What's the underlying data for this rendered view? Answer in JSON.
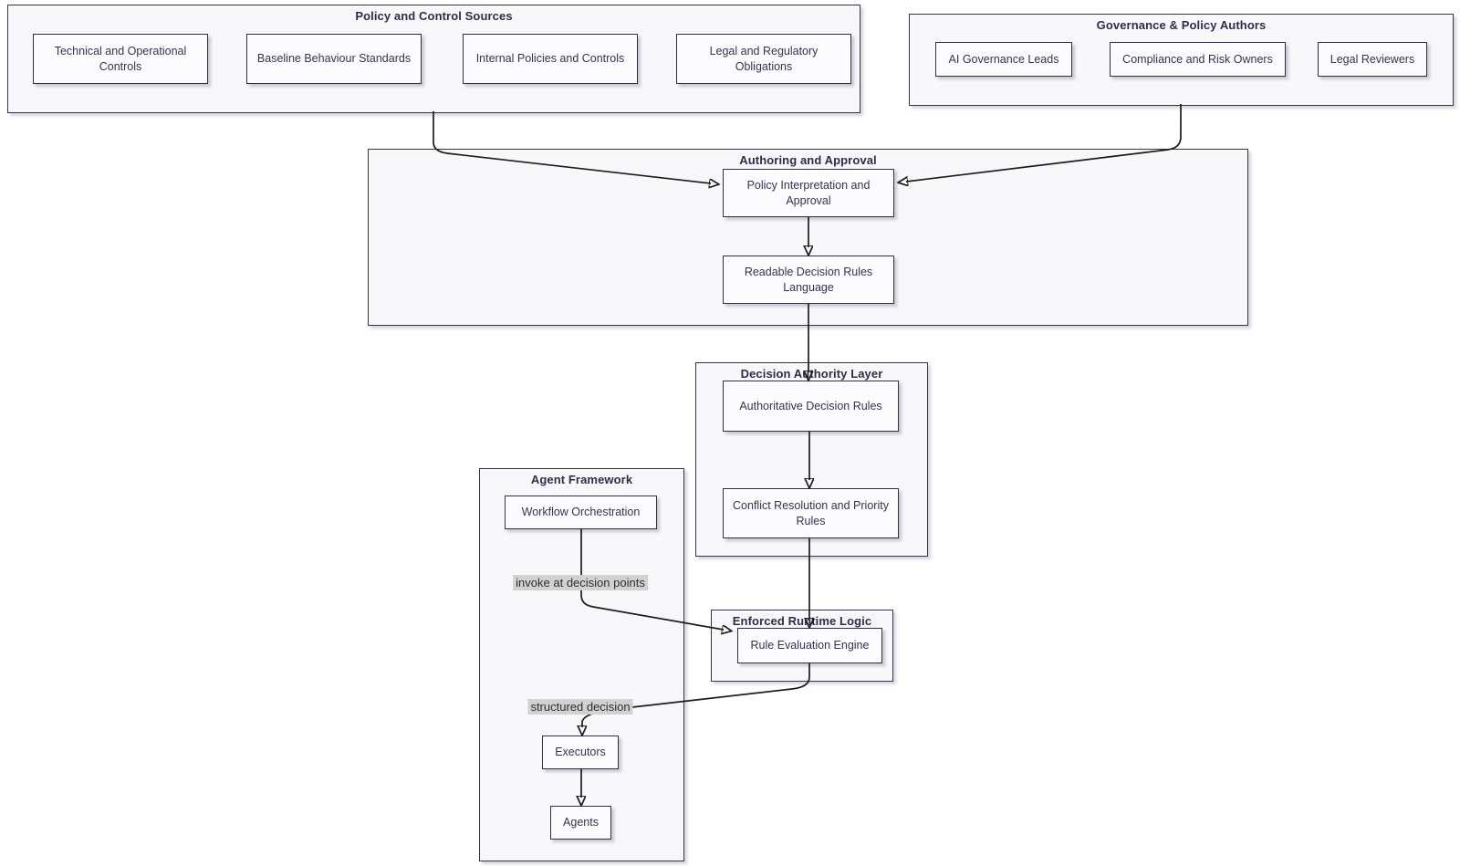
{
  "diagram_type": "flowchart",
  "clusters": {
    "policy_sources": {
      "title": "Policy and Control Sources"
    },
    "governance": {
      "title": "Governance & Policy Authors"
    },
    "authoring": {
      "title": "Authoring and Approval"
    },
    "decision_authority": {
      "title": "Decision Authority Layer"
    },
    "agent_framework": {
      "title": "Agent Framework"
    },
    "enforced_runtime": {
      "title": "Enforced Runtime Logic"
    }
  },
  "nodes": {
    "technical_controls": {
      "label": "Technical and Operational Controls"
    },
    "baseline_standards": {
      "label": "Baseline Behaviour Standards"
    },
    "internal_policies": {
      "label": "Internal Policies and Controls"
    },
    "legal_obligations": {
      "label": "Legal and Regulatory Obligations"
    },
    "ai_governance_leads": {
      "label": "AI Governance Leads"
    },
    "compliance_owners": {
      "label": "Compliance and Risk Owners"
    },
    "legal_reviewers": {
      "label": "Legal Reviewers"
    },
    "policy_interpretation": {
      "label": "Policy Interpretation and Approval"
    },
    "readable_rules": {
      "label": "Readable Decision Rules Language"
    },
    "authoritative_rules": {
      "label": "Authoritative Decision Rules"
    },
    "conflict_resolution": {
      "label": "Conflict Resolution and Priority Rules"
    },
    "workflow_orchestration": {
      "label": "Workflow Orchestration"
    },
    "rule_evaluation_engine": {
      "label": "Rule Evaluation Engine"
    },
    "executors": {
      "label": "Executors"
    },
    "agents": {
      "label": "Agents"
    }
  },
  "edge_labels": {
    "invoke": "invoke at decision points",
    "structured": "structured decision"
  },
  "edges": [
    {
      "from": "Policy and Control Sources",
      "to": "Policy Interpretation and Approval"
    },
    {
      "from": "Governance & Policy Authors",
      "to": "Policy Interpretation and Approval"
    },
    {
      "from": "Policy Interpretation and Approval",
      "to": "Readable Decision Rules Language"
    },
    {
      "from": "Readable Decision Rules Language",
      "to": "Authoritative Decision Rules"
    },
    {
      "from": "Authoritative Decision Rules",
      "to": "Conflict Resolution and Priority Rules"
    },
    {
      "from": "Conflict Resolution and Priority Rules",
      "to": "Rule Evaluation Engine"
    },
    {
      "from": "Workflow Orchestration",
      "to": "Rule Evaluation Engine",
      "label": "invoke at decision points"
    },
    {
      "from": "Rule Evaluation Engine",
      "to": "Executors",
      "label": "structured decision"
    },
    {
      "from": "Executors",
      "to": "Agents"
    }
  ],
  "colors": {
    "cluster_fill": "#f8f8fa",
    "cluster_border": "#35344e",
    "node_fill": "#fcfcfe",
    "node_border": "#2f2e4d",
    "text": "#343258",
    "edge": "#1c1c1c",
    "edge_label_bg": "#d1d1d1"
  }
}
